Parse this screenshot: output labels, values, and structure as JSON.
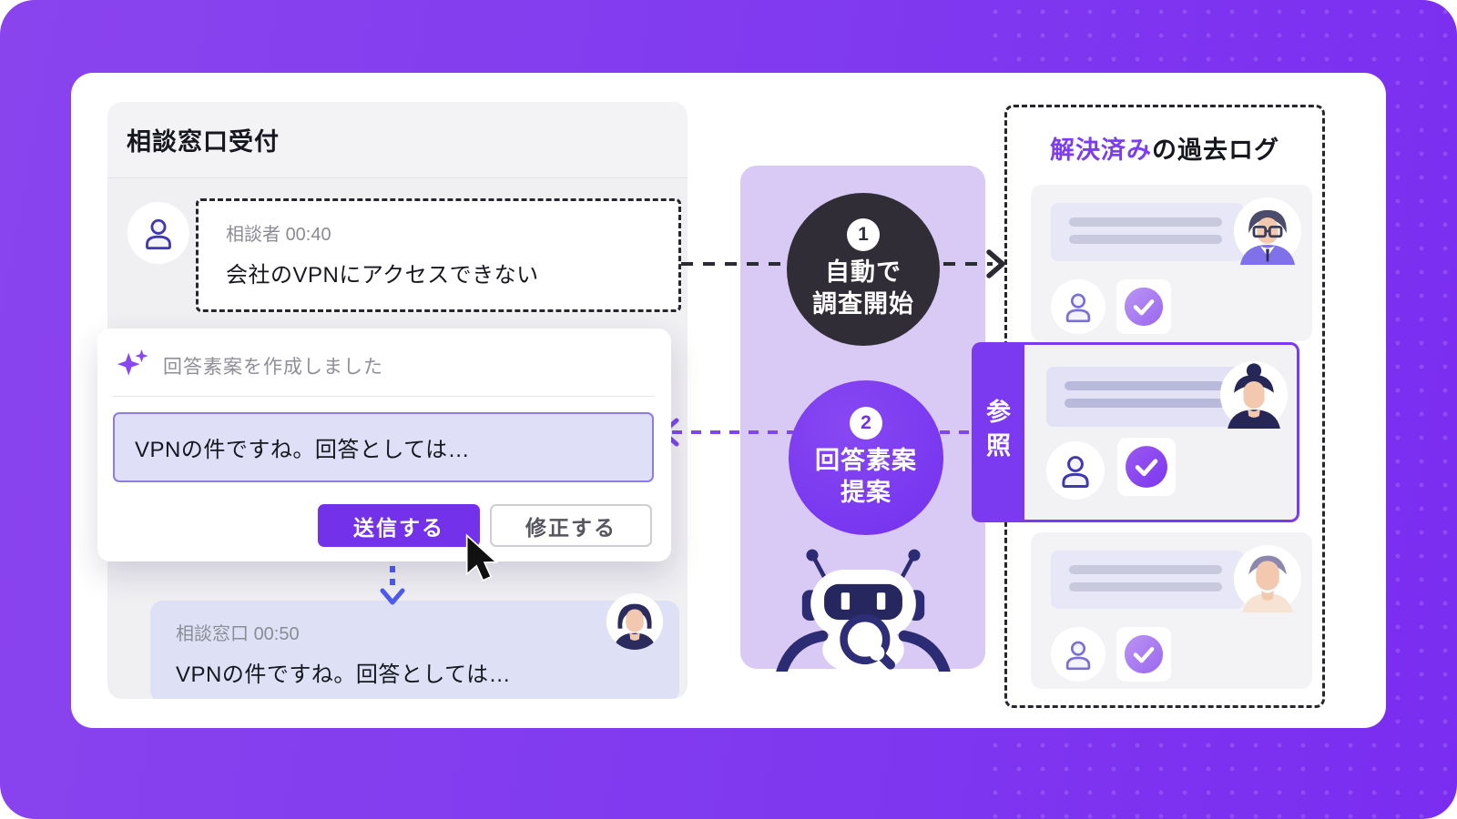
{
  "chat_panel": {
    "title": "相談窓口受付",
    "incoming": {
      "sender": "相談者",
      "time": "00:40",
      "text": "会社のVPNにアクセスできない"
    },
    "ai_popup": {
      "header": "回答素案を作成しました",
      "draft_text": "VPNの件ですね。回答としては…",
      "send_label": "送信する",
      "edit_label": "修正する"
    },
    "outgoing": {
      "sender": "相談窓口",
      "time": "00:50",
      "text": "VPNの件ですね。回答としては…"
    }
  },
  "process_panel": {
    "step1": {
      "number": "1",
      "line1": "自動で",
      "line2": "調査開始"
    },
    "step2": {
      "number": "2",
      "line1": "回答素案",
      "line2": "提案"
    }
  },
  "history_panel": {
    "title_highlight": "解決済み",
    "title_rest": "の過去ログ",
    "reference_label": "参照"
  },
  "icons": {
    "ai_sparkle": "four-point-star",
    "person": "person-outline",
    "check": "checkmark-circle",
    "robot": "robot-with-magnifier",
    "cursor": "mouse-pointer"
  },
  "colors": {
    "background_purple": "#8039ef",
    "accent_purple": "#7b39f0",
    "step1_circle": "#312d36",
    "panel_lavender": "#d9c9f5",
    "bubble_lavender": "#dee1f6",
    "arrow_blue": "#4f5af0",
    "arrow_dark": "#2b2b33"
  }
}
